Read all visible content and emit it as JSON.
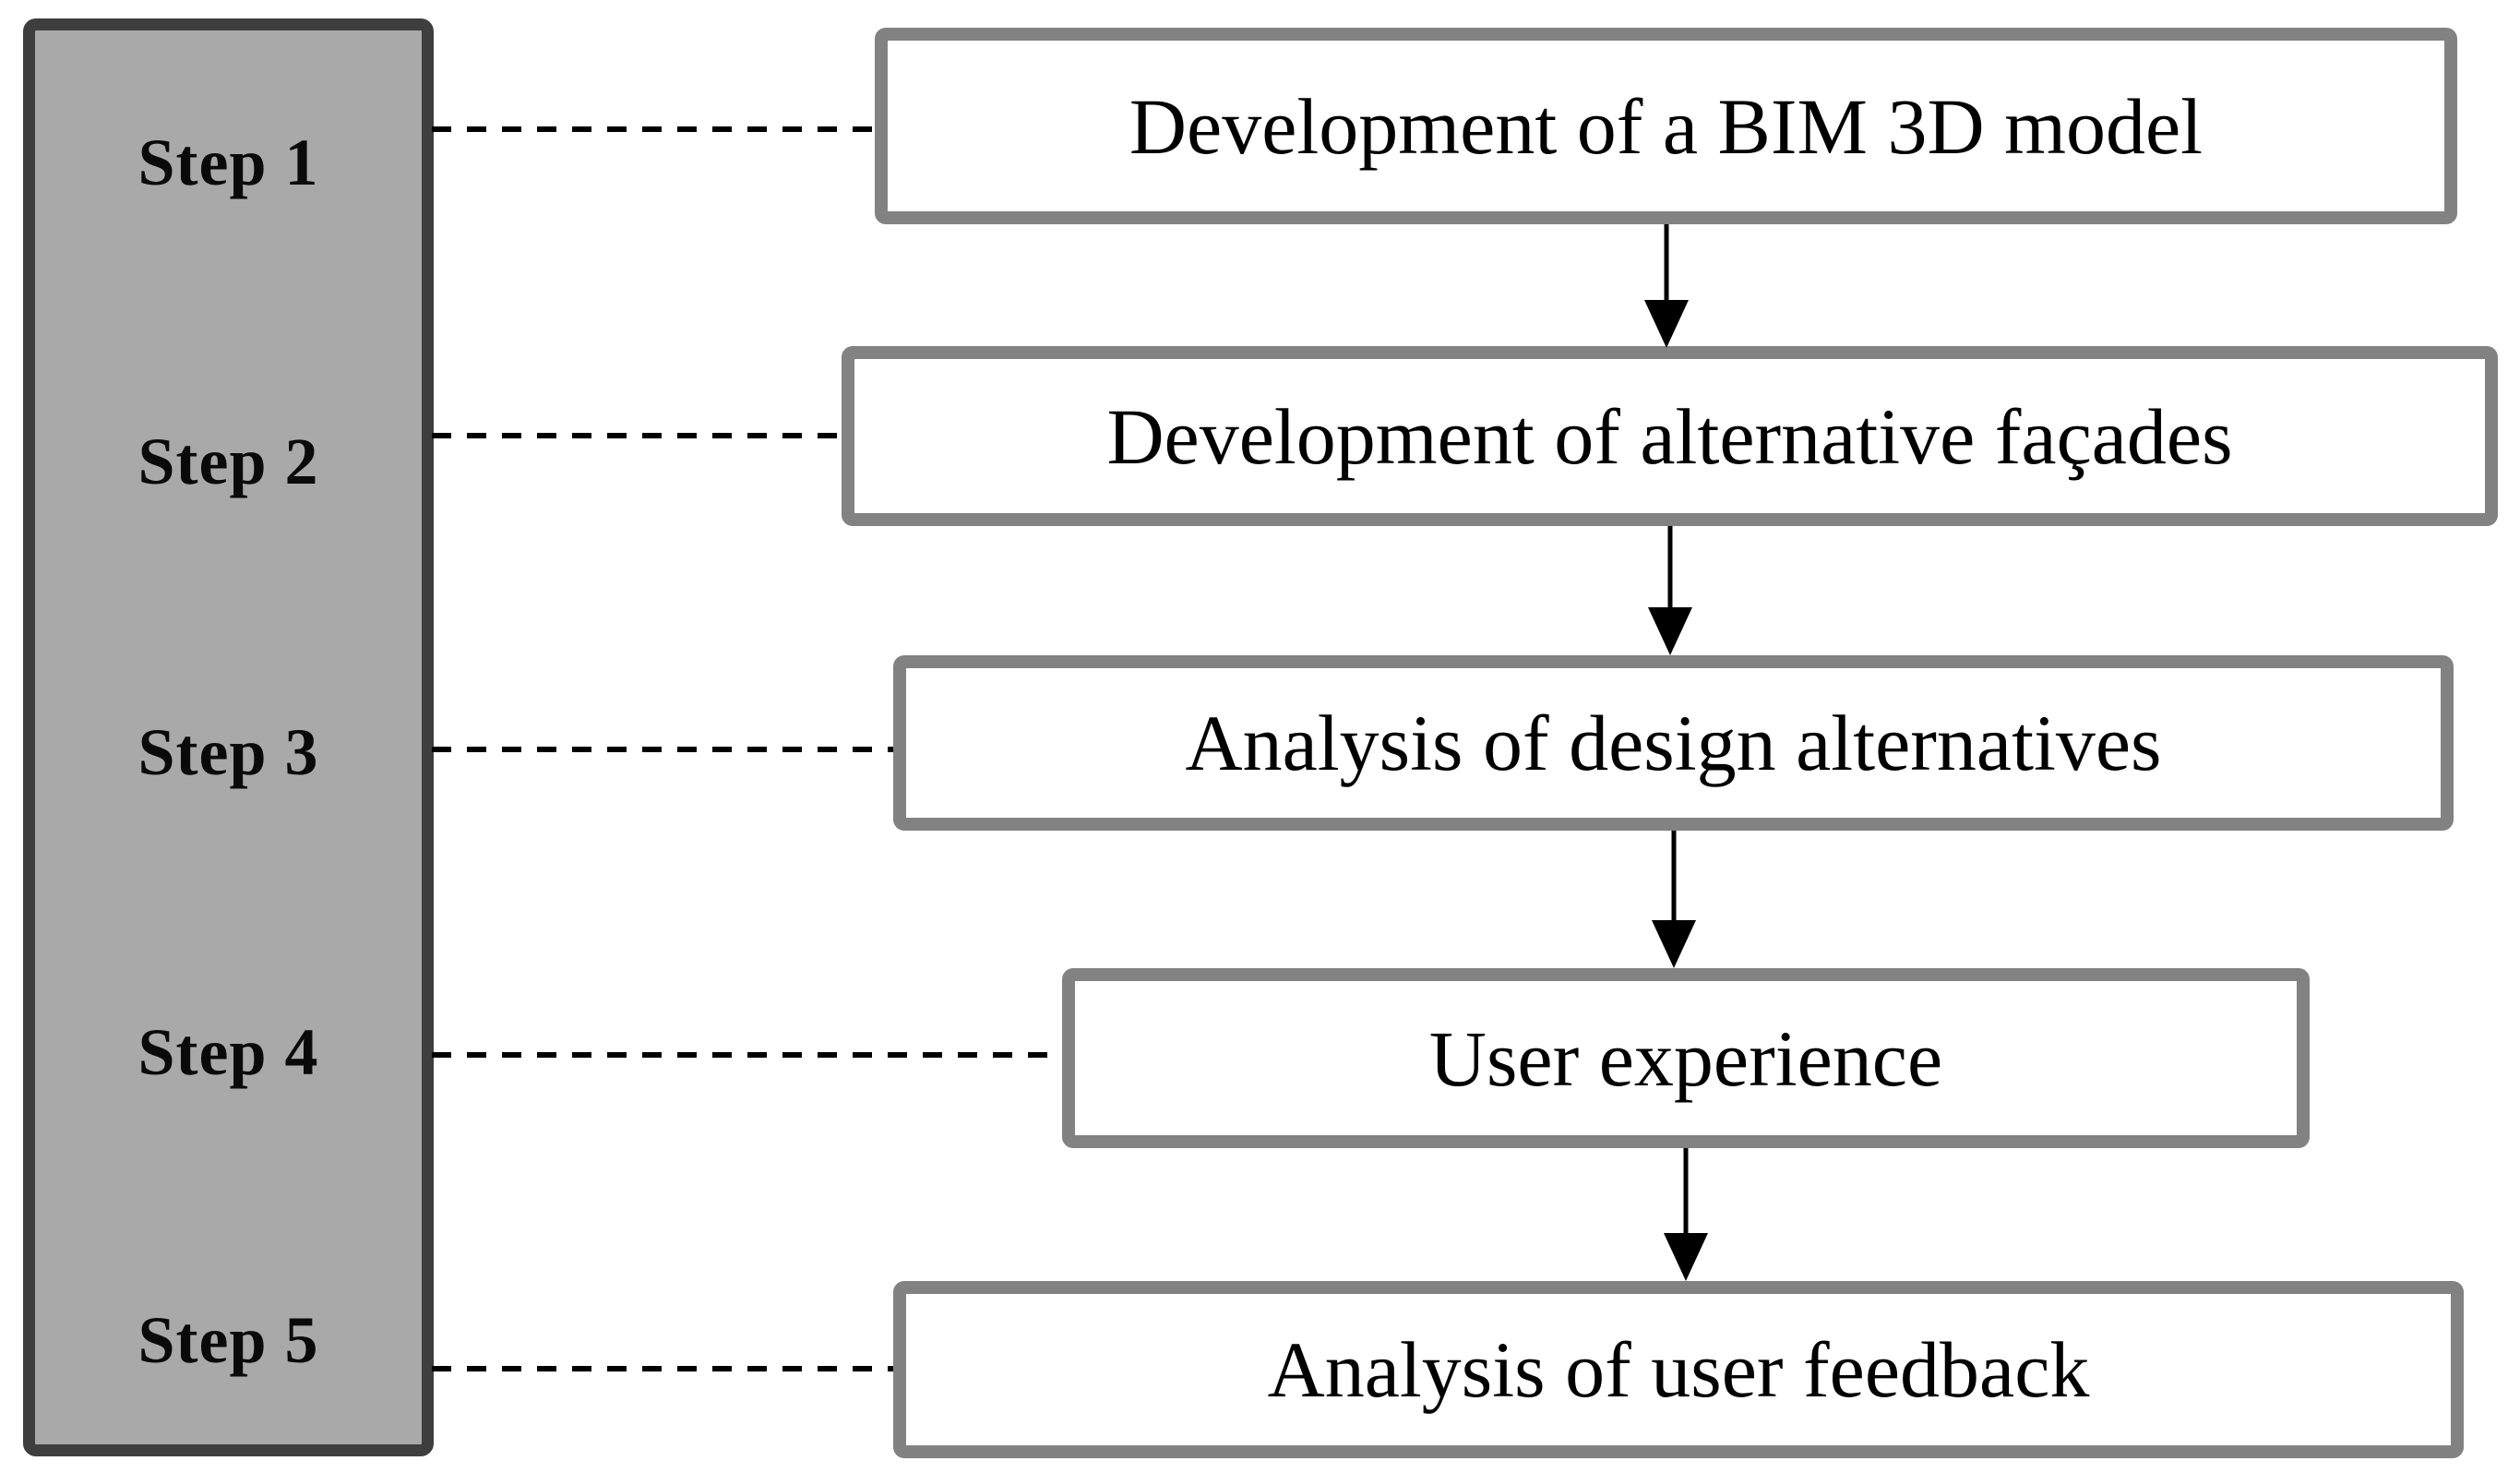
{
  "sidebar": {
    "steps": [
      {
        "label": "Step 1"
      },
      {
        "label": "Step 2"
      },
      {
        "label": "Step 3"
      },
      {
        "label": "Step 4"
      },
      {
        "label": "Step 5"
      }
    ],
    "fill_color": "#a9a9a9",
    "border_color": "#3e3e3e"
  },
  "flow": {
    "boxes": [
      {
        "label": "Development of a BIM 3D model"
      },
      {
        "label": "Development of alternative façades"
      },
      {
        "label": "Analysis of design alternatives"
      },
      {
        "label": "User experience"
      },
      {
        "label": "Analysis of user feedback"
      }
    ],
    "box_fill_color": "#ffffff",
    "box_border_color": "#828282",
    "connector_color": "#000000",
    "connector_style": "dashed",
    "arrow_color": "#000000"
  }
}
